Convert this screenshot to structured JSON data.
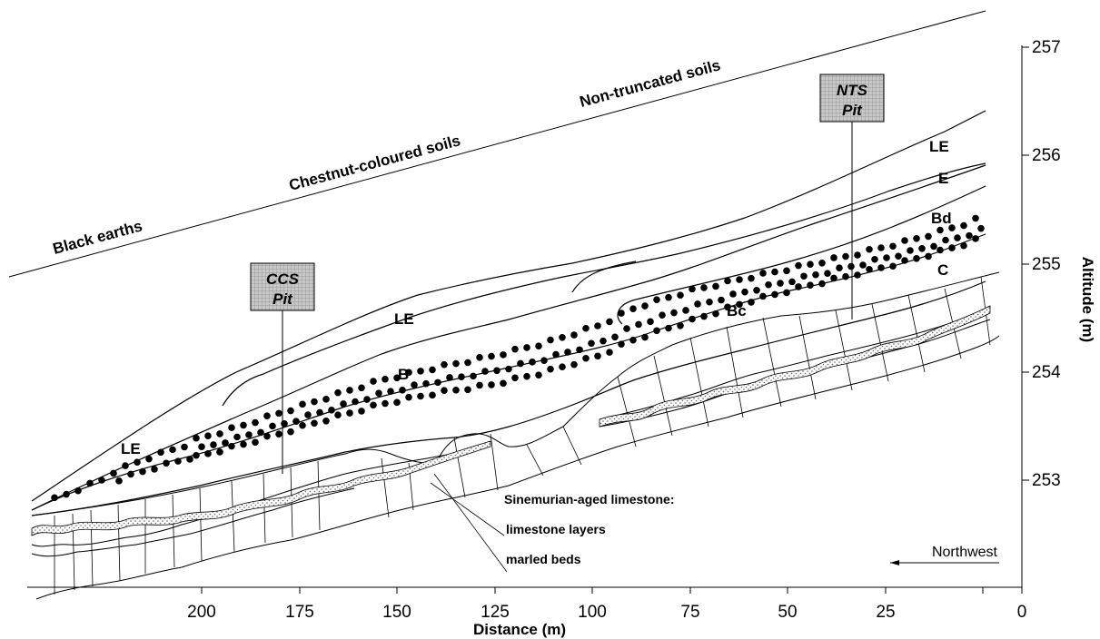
{
  "x_axis": {
    "label": "Distance (m)",
    "ticks": [
      "200",
      "175",
      "150",
      "125",
      "100",
      "75",
      "50",
      "25",
      "0"
    ]
  },
  "y_axis": {
    "label": "Altitude (m)",
    "ticks": [
      "253",
      "254",
      "255",
      "256",
      "257"
    ]
  },
  "surface_labels": {
    "black_earths": "Black earths",
    "chestnut": "Chestnut-coloured soils",
    "non_truncated": "Non-truncated soils"
  },
  "pits": {
    "ccs": {
      "line1": "CCS",
      "line2": "Pit"
    },
    "nts": {
      "line1": "NTS",
      "line2": "Pit"
    }
  },
  "horizons": {
    "le_left": "LE",
    "le_mid": "LE",
    "b": "B",
    "bc": "Bc",
    "le_right": "LE",
    "e": "E",
    "bd": "Bd",
    "c": "C"
  },
  "legend": {
    "title": "Sinemurian-aged limestone:",
    "layers": "limestone layers",
    "marled": "marled beds"
  },
  "direction": "Northwest"
}
